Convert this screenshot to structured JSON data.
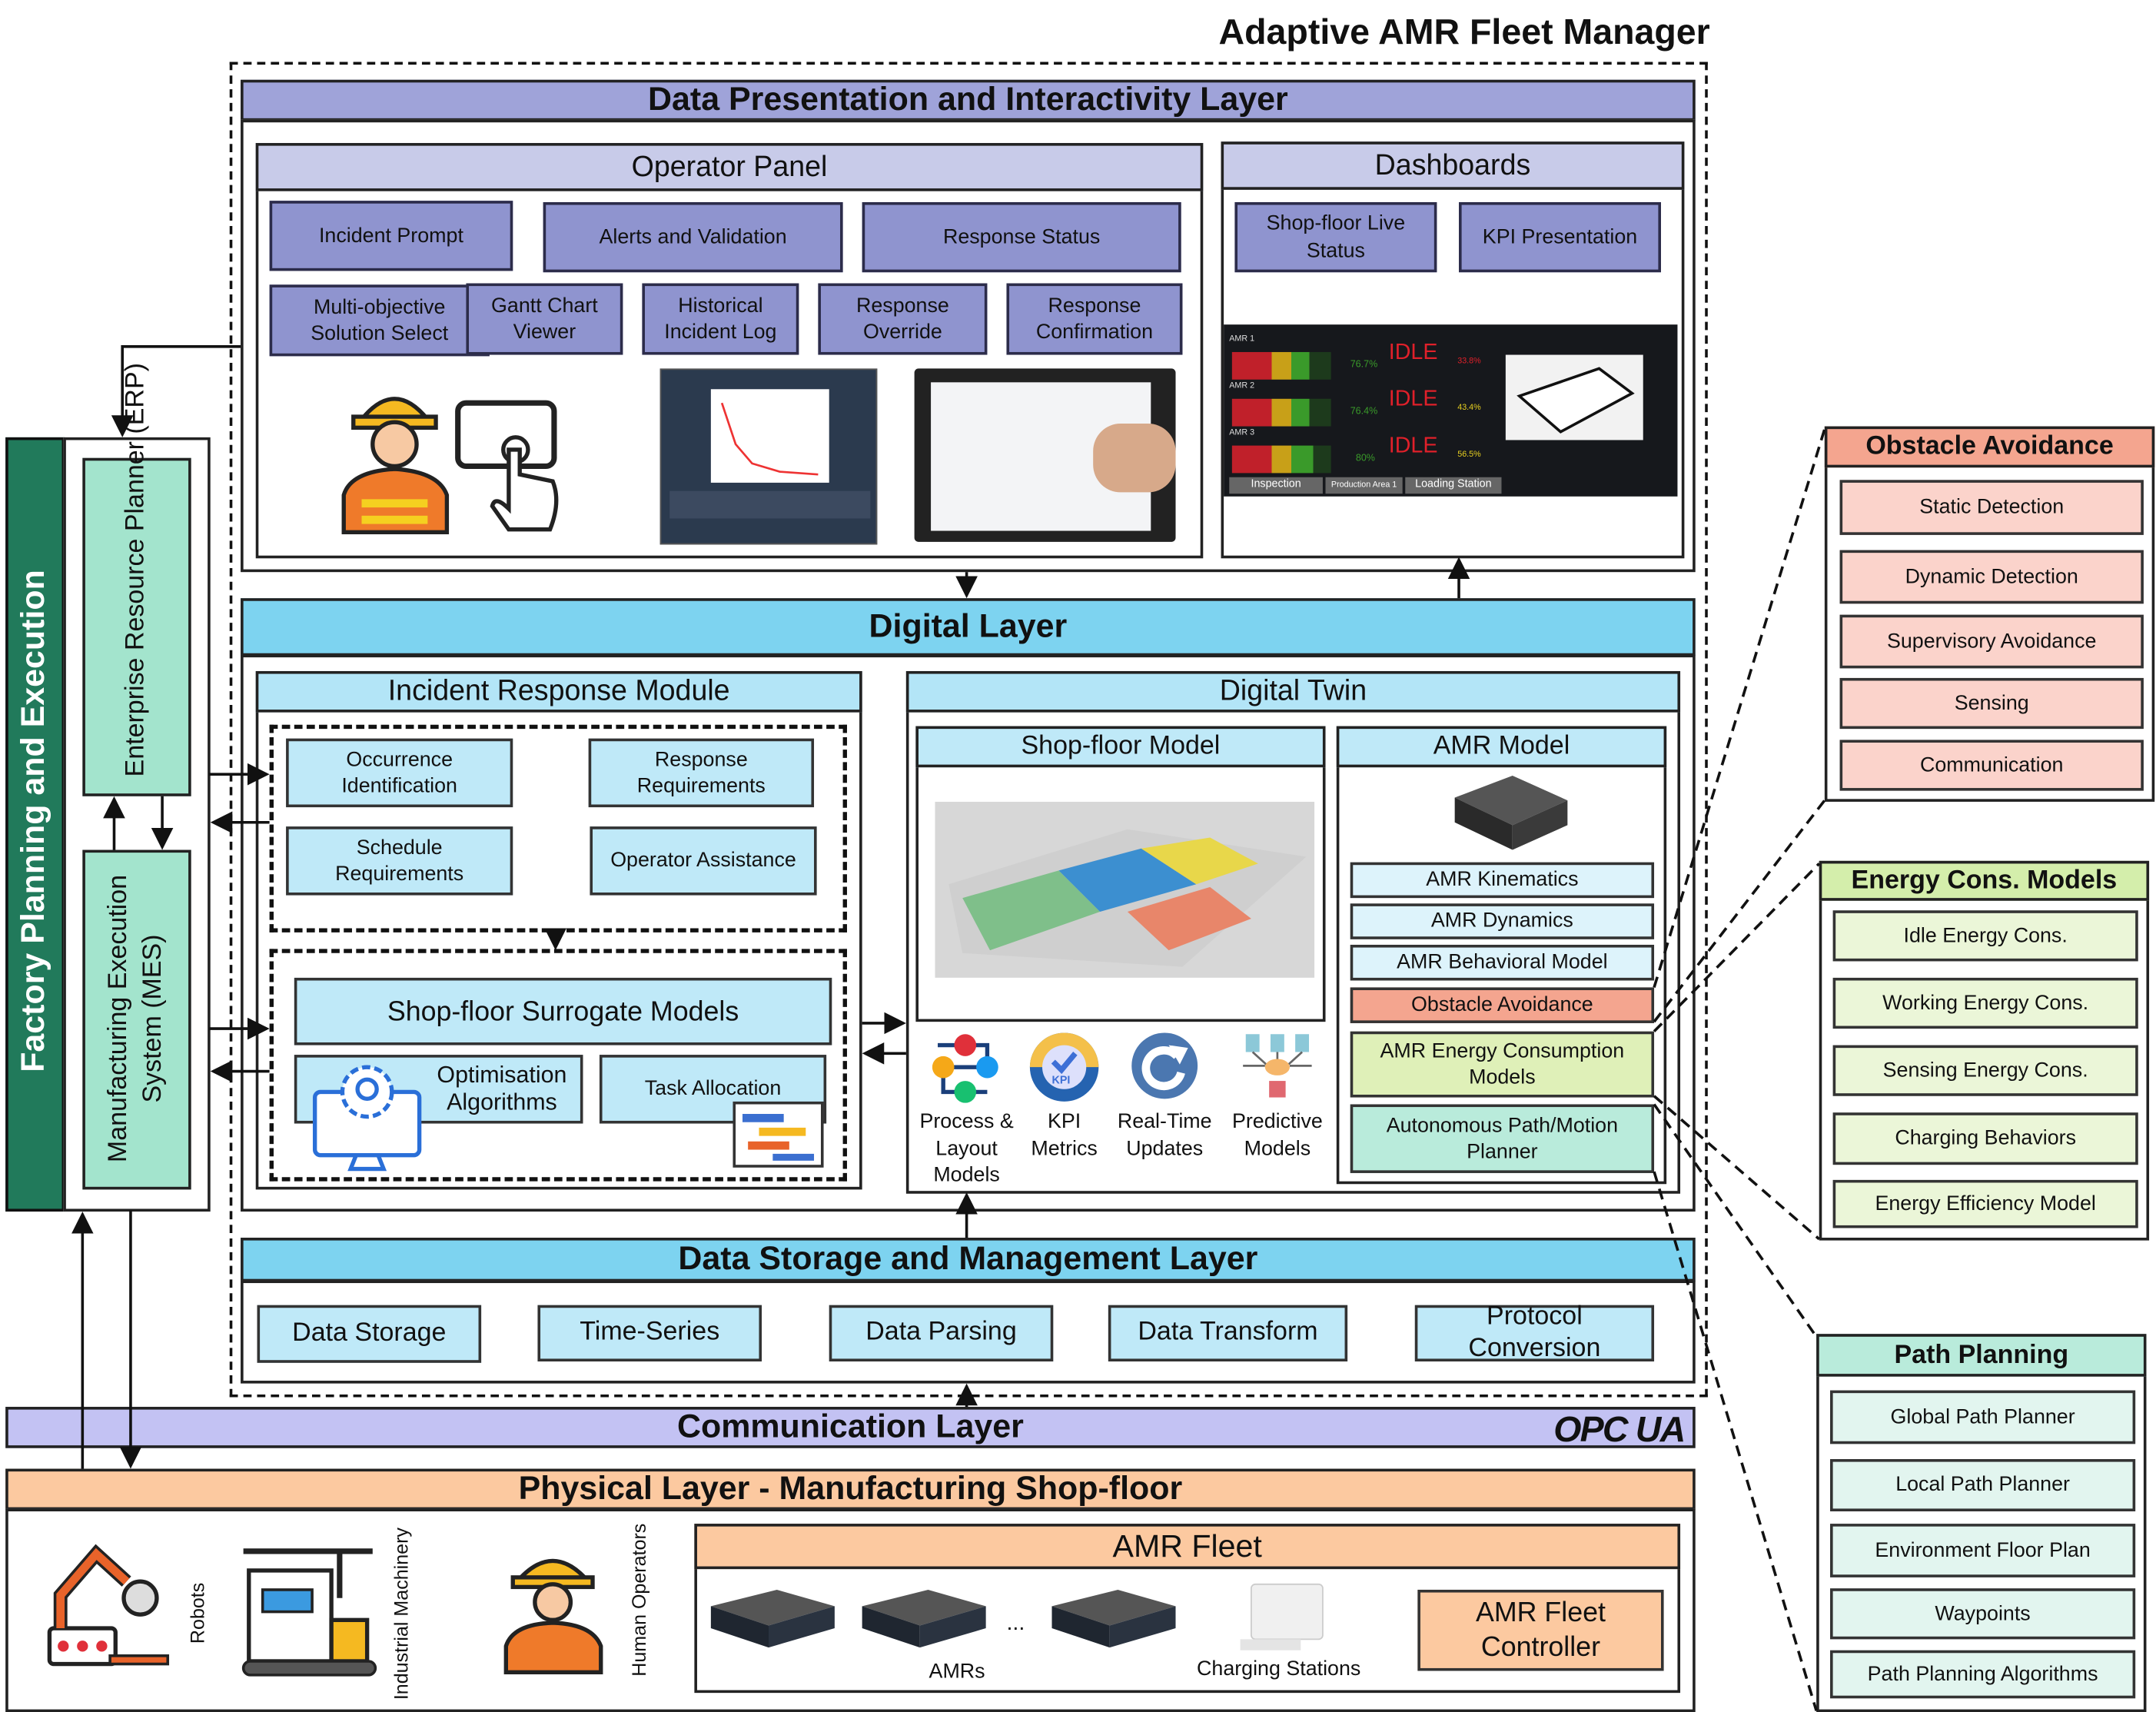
{
  "title": "Adaptive AMR Fleet Manager",
  "presentation_layer": {
    "title": "Data Presentation and Interactivity Layer",
    "operator_panel": {
      "title": "Operator Panel",
      "buttons": [
        "Incident Prompt",
        "Alerts and Validation",
        "Response Status",
        "Multi-objective Solution Select",
        "Gantt Chart Viewer",
        "Historical Incident Log",
        "Response Override",
        "Response Confirmation"
      ]
    },
    "dashboards": {
      "title": "Dashboards",
      "buttons": [
        "Shop-floor Live Status",
        "KPI Presentation"
      ],
      "screen": {
        "amrs": [
          "AMR 1",
          "AMR 2",
          "AMR 3"
        ],
        "charge": [
          "76.7%",
          "76.4%",
          "80%"
        ],
        "status": [
          "IDLE",
          "IDLE",
          "IDLE"
        ],
        "utilisation": [
          "33.8%",
          "43.4%",
          "56.5%"
        ],
        "locations": [
          "Inspection",
          "Production Area 1",
          "Loading Station"
        ]
      }
    }
  },
  "digital_layer": {
    "title": "Digital Layer",
    "incident_module": {
      "title": "Incident Response Module",
      "items": [
        "Occurrence Identification",
        "Response Requirements",
        "Schedule Requirements",
        "Operator Assistance"
      ],
      "surrogate": "Shop-floor Surrogate Models",
      "optimisation": "Optimisation Algorithms",
      "task_allocation": "Task Allocation"
    },
    "digital_twin": {
      "title": "Digital Twin",
      "shopfloor_model": "Shop-floor Model",
      "amr_model": "AMR Model",
      "amr_items": [
        "AMR Kinematics",
        "AMR Dynamics",
        "AMR Behavioral Model",
        "Obstacle Avoidance",
        "AMR Energy Consumption Models",
        "Autonomous Path/Motion Planner"
      ],
      "icons": [
        {
          "label": "Process & Layout Models",
          "icon": "process-flow-icon"
        },
        {
          "label": "KPI Metrics",
          "icon": "kpi-gauge-icon"
        },
        {
          "label": "Real-Time Updates",
          "icon": "refresh-icon"
        },
        {
          "label": "Predictive Models",
          "icon": "brain-network-icon"
        }
      ]
    }
  },
  "storage_layer": {
    "title": "Data Storage and Management Layer",
    "items": [
      "Data Storage",
      "Time-Series",
      "Data Parsing",
      "Data Transform",
      "Protocol Conversion"
    ]
  },
  "communication_layer": {
    "title": "Communication Layer",
    "logo": "OPC UA"
  },
  "physical_layer": {
    "title": "Physical Layer - Manufacturing Shop-floor",
    "robots": "Robots",
    "machinery": "Industrial Machinery",
    "operators": "Human Operators",
    "fleet": {
      "title": "AMR Fleet",
      "amrs": "AMRs",
      "ellipsis": "...",
      "charging": "Charging Stations",
      "controller": "AMR Fleet Controller"
    }
  },
  "factory": {
    "title": "Factory Planning and Execution",
    "erp": "Enterprise Resource Planner (ERP)",
    "mes": "Manufacturing Execution System (MES)"
  },
  "obstacle_panel": {
    "title": "Obstacle Avoidance",
    "items": [
      "Static Detection",
      "Dynamic Detection",
      "Supervisory Avoidance",
      "Sensing",
      "Communication"
    ]
  },
  "energy_panel": {
    "title": "Energy Cons. Models",
    "items": [
      "Idle Energy Cons.",
      "Working Energy Cons.",
      "Sensing Energy Cons.",
      "Charging Behaviors",
      "Energy Efficiency Model"
    ]
  },
  "path_panel": {
    "title": "Path Planning",
    "items": [
      "Global Path Planner",
      "Local Path Planner",
      "Environment Floor Plan",
      "Waypoints",
      "Path Planning Algorithms"
    ]
  },
  "colors": {
    "purple": "#8f94cf",
    "lavender": "#9fa3d9",
    "cyan": "#7dd3f0",
    "peach": "#fcc9a0",
    "green": "#217a5b",
    "mint": "#a3e4cd",
    "salmon": "#f4a58f",
    "lime": "#d4eeab"
  }
}
